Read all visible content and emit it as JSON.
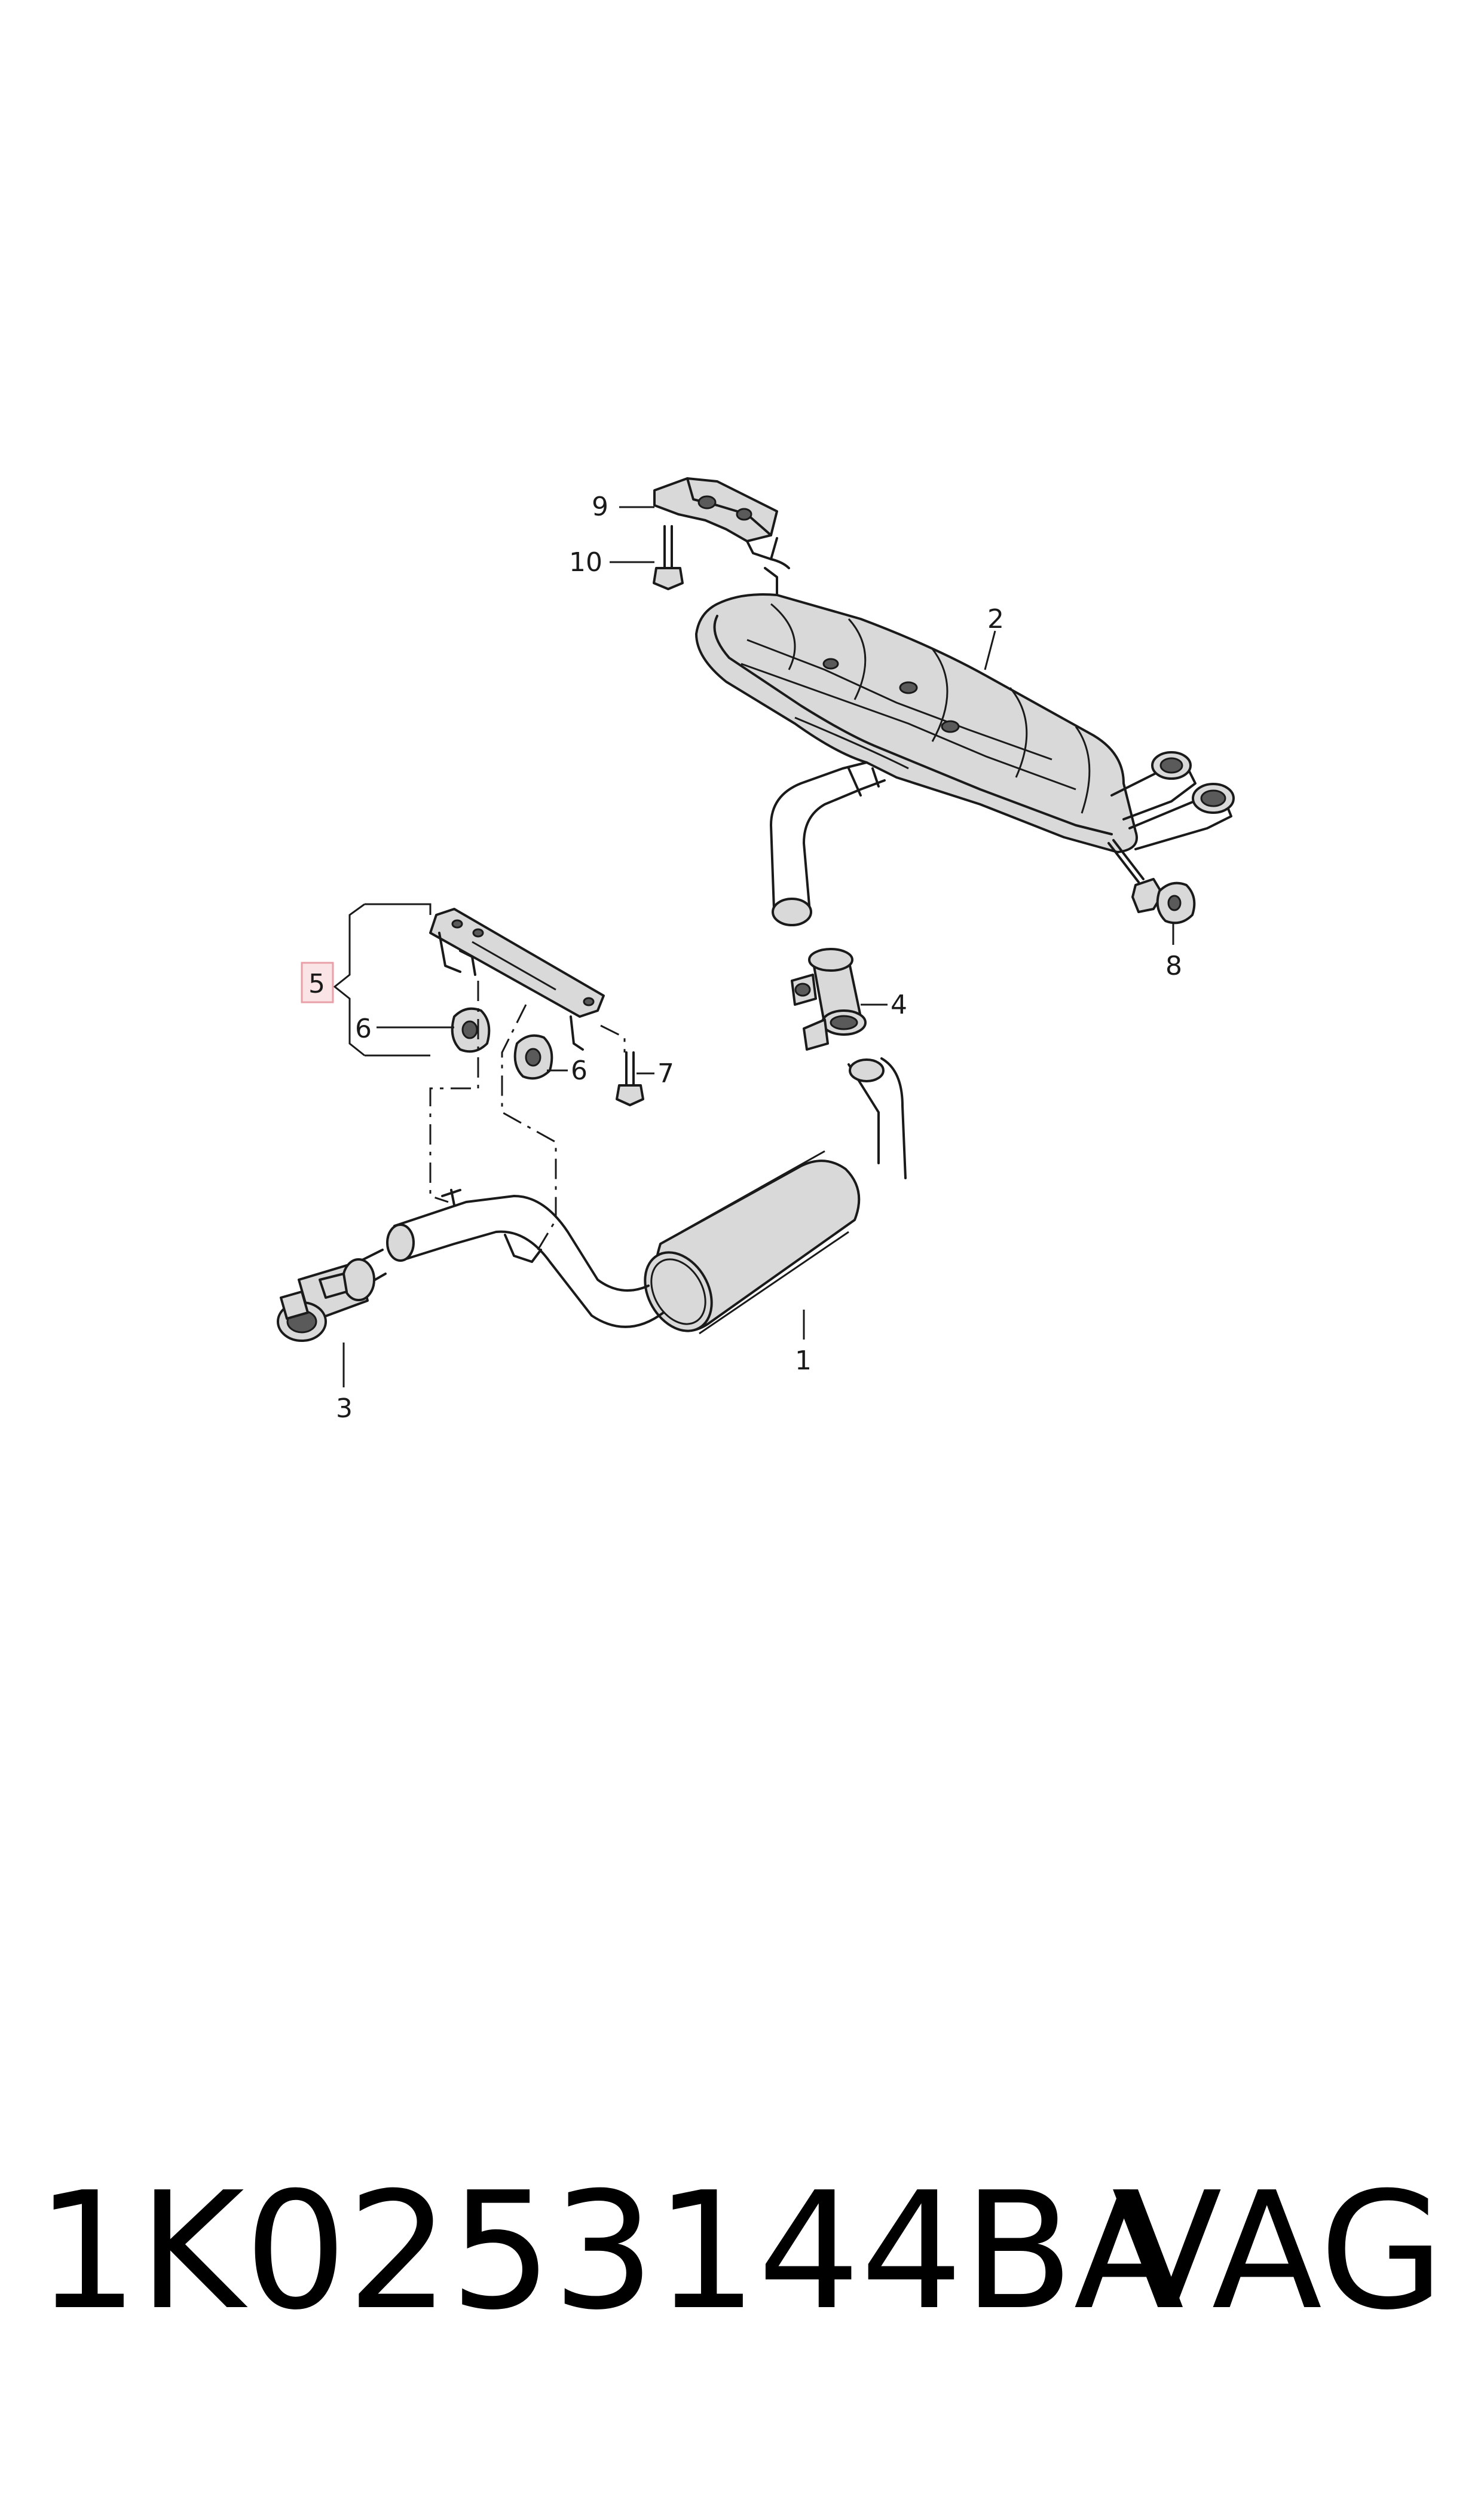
{
  "callouts": {
    "c1": "1",
    "c2": "2",
    "c3": "3",
    "c4": "4",
    "c5": "5",
    "c6a": "6",
    "c6b": "6",
    "c7": "7",
    "c8": "8",
    "c9": "9",
    "c10": "10"
  },
  "highlight_color": "#e8a0a8",
  "footer": {
    "part_number": "1K0253144BA",
    "brand": "VAG"
  }
}
